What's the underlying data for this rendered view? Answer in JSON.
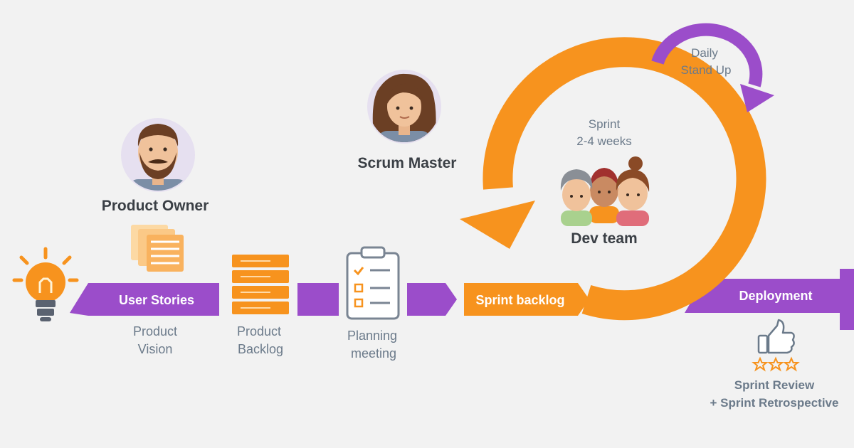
{
  "roles": {
    "product_owner": "Product Owner",
    "scrum_master": "Scrum Master",
    "dev_team": "Dev team"
  },
  "sprint": {
    "line1": "Sprint",
    "line2": "2-4 weeks"
  },
  "daily": {
    "line1": "Daily",
    "line2": "Stand Up"
  },
  "flow": {
    "user_stories": "User Stories",
    "sprint_backlog": "Sprint backlog",
    "deployment": "Deployment"
  },
  "captions": {
    "product_vision_1": "Product",
    "product_vision_2": "Vision",
    "product_backlog_1": "Product",
    "product_backlog_2": "Backlog",
    "planning_1": "Planning",
    "planning_2": "meeting",
    "review_1": "Sprint Review",
    "review_2": "+ Sprint Retrospective"
  },
  "colors": {
    "purple": "#9b4dca",
    "orange": "#f7931e",
    "gray_text": "#6b7a8a",
    "dark_text": "#3a3f45"
  },
  "icons": [
    "lightbulb-icon",
    "documents-icon",
    "backlog-stack-icon",
    "clipboard-icon",
    "thumbs-up-icon",
    "stars-icon"
  ]
}
